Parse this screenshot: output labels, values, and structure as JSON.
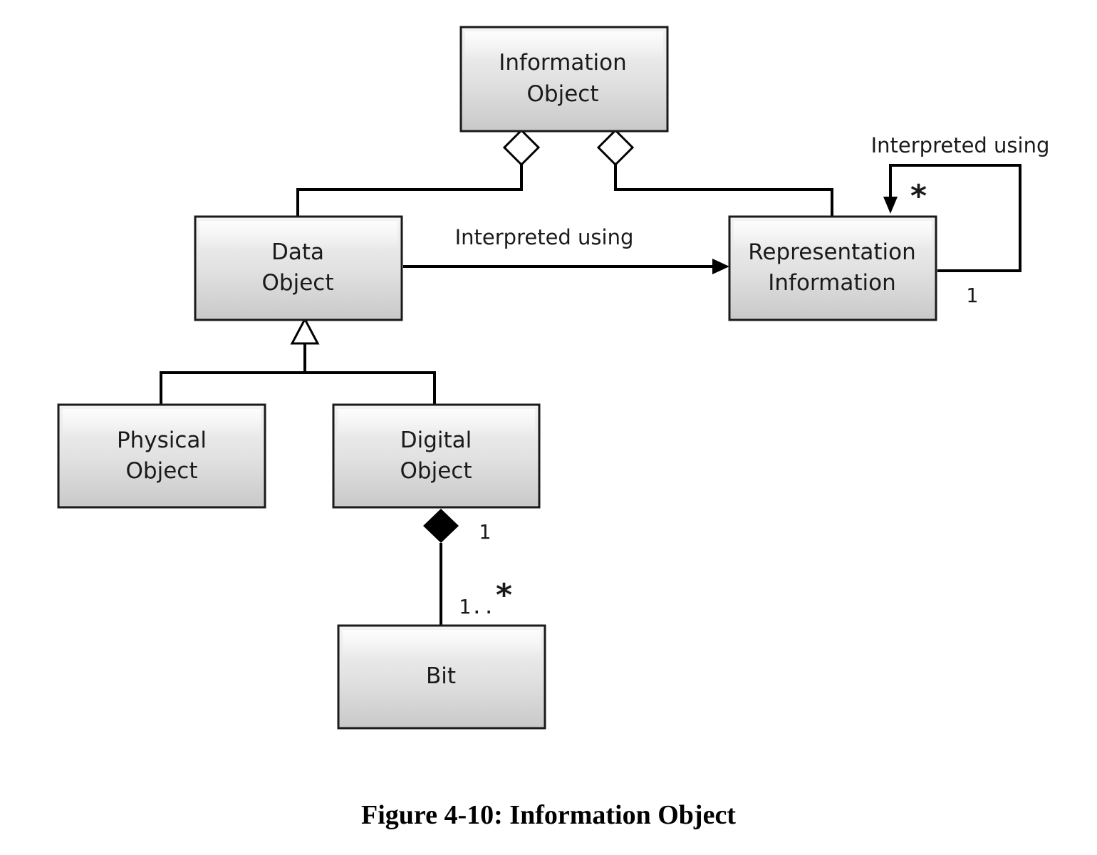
{
  "diagram": {
    "boxes": {
      "information_object": [
        "Information",
        "Object"
      ],
      "data_object": [
        "Data",
        "Object"
      ],
      "representation_information": [
        "Representation",
        "Information"
      ],
      "physical_object": [
        "Physical",
        "Object"
      ],
      "digital_object": [
        "Digital",
        "Object"
      ],
      "bit": [
        "Bit"
      ]
    },
    "labels": {
      "data_to_repinfo": "Interpreted using",
      "repinfo_self": "Interpreted using"
    },
    "multiplicities": {
      "repinfo_self_target": "*",
      "repinfo_self_source": "1",
      "digital_object_side": "1",
      "bit_side_number": "1..",
      "bit_side_star": "*"
    }
  },
  "caption": "Figure 4-10:  Information Object"
}
